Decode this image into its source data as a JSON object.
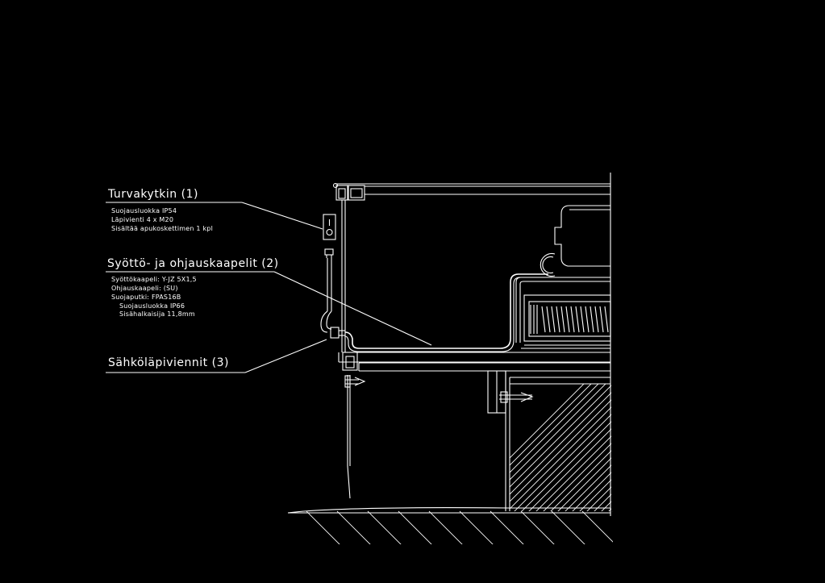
{
  "callouts": [
    {
      "title": "Turvakytkin (1)",
      "lines": [
        "Suojausluokka IP54",
        "Läpivienti 4 x M20",
        "Sisältää apukoskettimen 1 kpl"
      ]
    },
    {
      "title": "Syöttö- ja ohjauskaapelit (2)",
      "lines": [
        "Syöttökaapeli: Y-JZ 5X1,5",
        "Ohjauskaapeli: (SU)",
        "Suojaputki: FPAS16B",
        "Suojausluokka IP66",
        "Sisähalkaisija 11,8mm"
      ]
    },
    {
      "title": "Sähköläpiviennit (3)",
      "lines": []
    }
  ],
  "colors": {
    "background": "#000000",
    "line": "#ffffff"
  }
}
